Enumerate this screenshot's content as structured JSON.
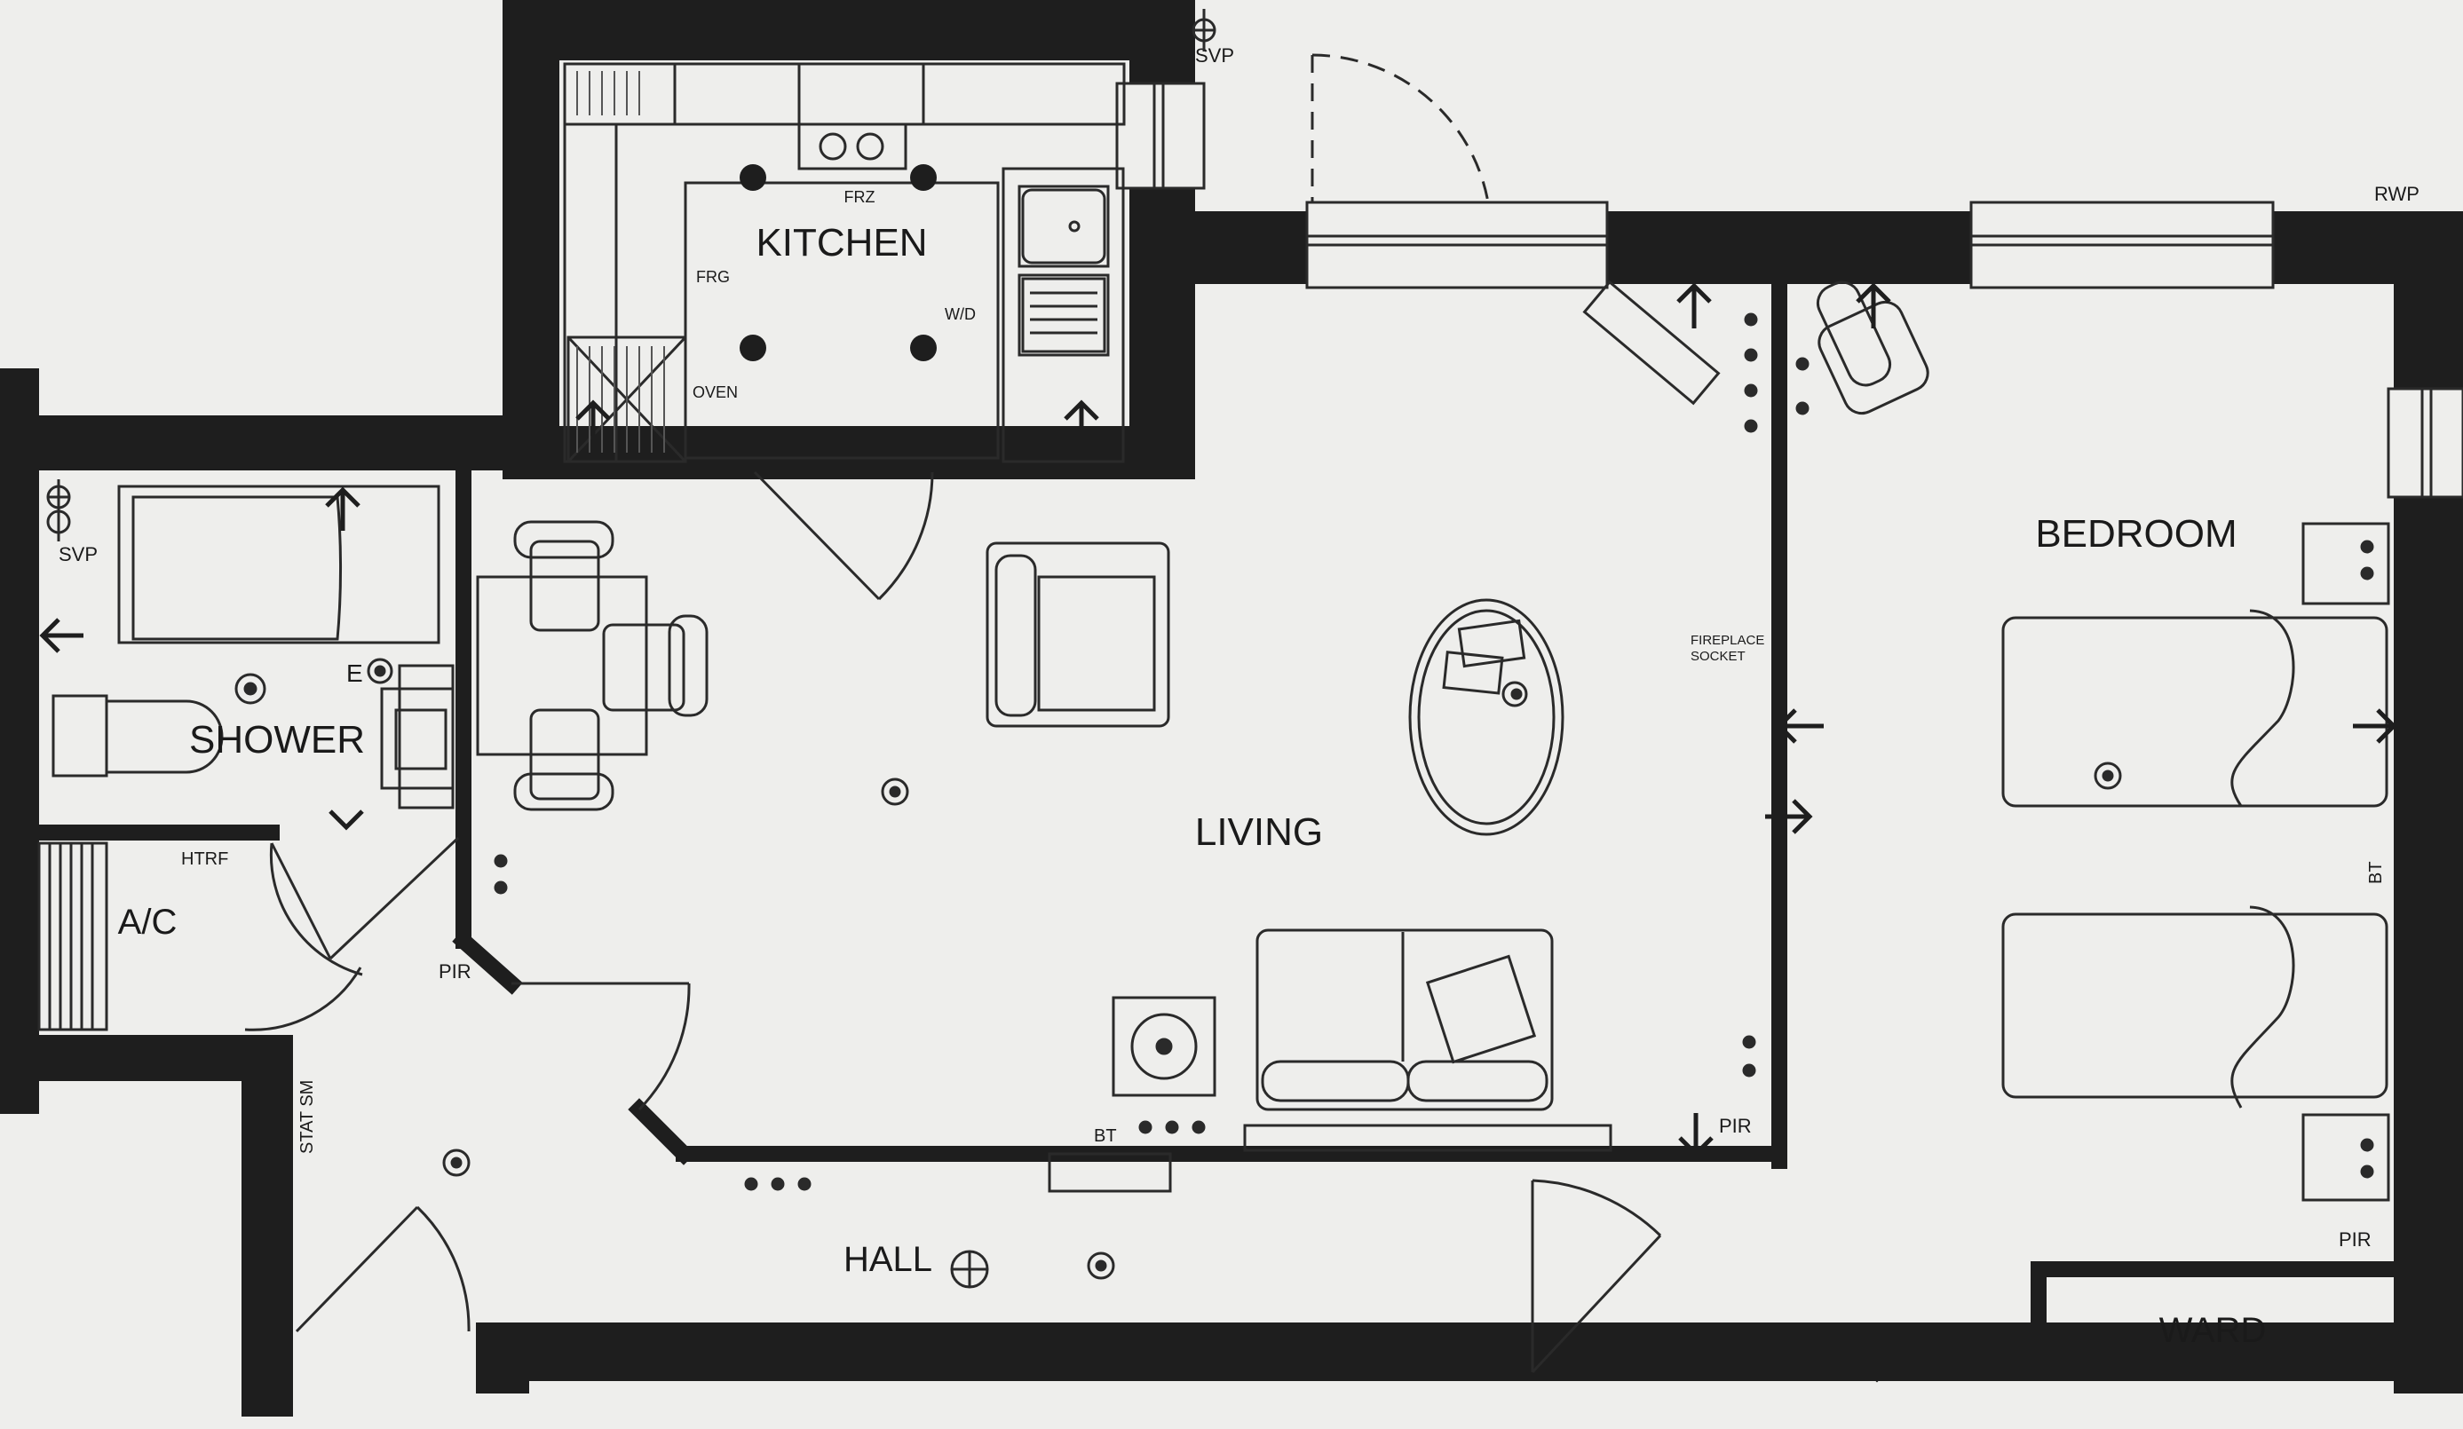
{
  "rooms": {
    "kitchen": "KITCHEN",
    "shower": "SHOWER",
    "ac": "A/C",
    "living": "LIVING",
    "bedroom": "BEDROOM",
    "hall": "HALL",
    "ward": "WARD"
  },
  "labels": {
    "svp_top": "SVP",
    "svp_left": "SVP",
    "rwp": "RWP",
    "frz": "FRZ",
    "frg": "FRG",
    "wd": "W/D",
    "oven": "OVEN",
    "e": "E",
    "htrf": "HTRF",
    "pir_ac": "PIR",
    "pir_living": "PIR",
    "pir_bedroom": "PIR",
    "fireplace_line1": "FIREPLACE",
    "fireplace_line2": "SOCKET",
    "stat_sm": "STAT SM",
    "bt_living": "BT",
    "bt_bedroom": "BT"
  },
  "colors": {
    "wall": "#1e1e1e",
    "line": "#2a2a2a",
    "background": "#eeeeec"
  }
}
